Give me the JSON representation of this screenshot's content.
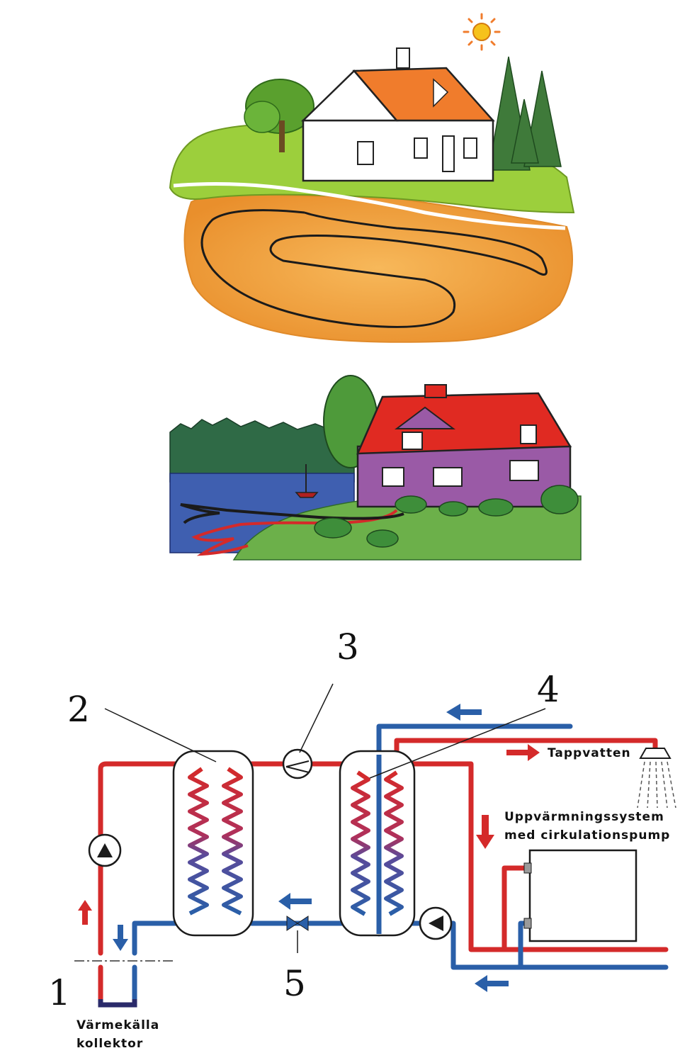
{
  "labels": {
    "n1": "1",
    "n2": "2",
    "n3": "3",
    "n4": "4",
    "n5": "5",
    "tappvatten": "Tappvatten",
    "heating_line1": "Uppvärmningssystem",
    "heating_line2": "med cirkulationspump",
    "source_line1": "Värmekälla",
    "source_line2": "kollektor"
  },
  "colors": {
    "hot": "#d42a2a",
    "cold": "#2a5fa8",
    "grass": "#9ccf3c",
    "soil": "#f1a240",
    "roof_orange": "#f07c2c",
    "roof_red": "#e02a22",
    "wall_purple": "#9a5aa6",
    "lake": "#3f5fb0",
    "forest": "#2f6a46",
    "sun": "#f6c21c"
  },
  "icons": [
    "sun-icon",
    "pump-icon",
    "compressor-icon",
    "expansion-valve-icon",
    "shower-icon",
    "radiator-icon",
    "flow-arrow-icon"
  ]
}
